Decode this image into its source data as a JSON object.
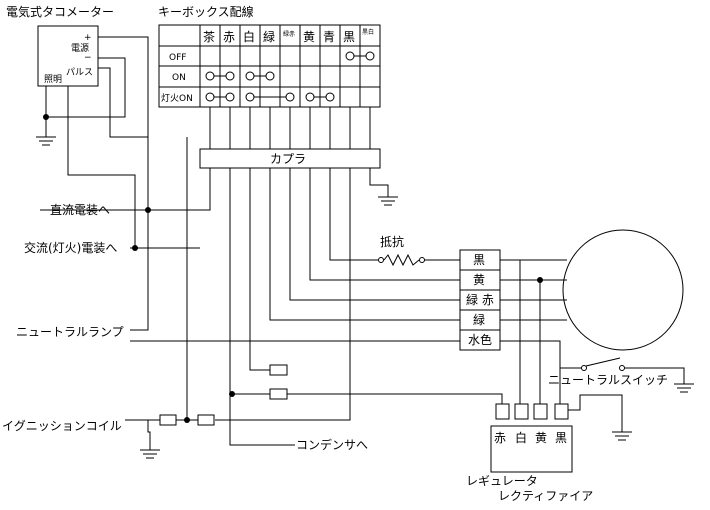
{
  "titles": {
    "tacho": "電気式タコメーター",
    "keybox": "キーボックス配線"
  },
  "tacho_terminals": {
    "plus": "+",
    "power": "電源",
    "minus": "−",
    "pulse": "パルス",
    "lamp": "照明"
  },
  "keybox": {
    "colors": [
      "茶",
      "赤",
      "白",
      "緑",
      "緑赤",
      "黄",
      "青",
      "黒",
      "黒白"
    ],
    "rows": [
      "OFF",
      "ON",
      "灯火ON"
    ]
  },
  "coupler": "カプラ",
  "resistor": "抵抗",
  "connector_block": [
    "黒",
    "黄",
    "緑 赤",
    "緑",
    "水色"
  ],
  "left_labels": {
    "dc": "直流電装へ",
    "ac": "交流(灯火)電装へ",
    "neutral_lamp": "ニュートラルランプ",
    "ignition": "イグニッションコイル",
    "condenser": "コンデンサへ"
  },
  "neutral_switch": "ニュートラルスイッチ",
  "regulator": {
    "terminals": [
      "赤",
      "白",
      "黄",
      "黒"
    ],
    "line1": "レギュレータ",
    "line2": "レクティファイア"
  }
}
